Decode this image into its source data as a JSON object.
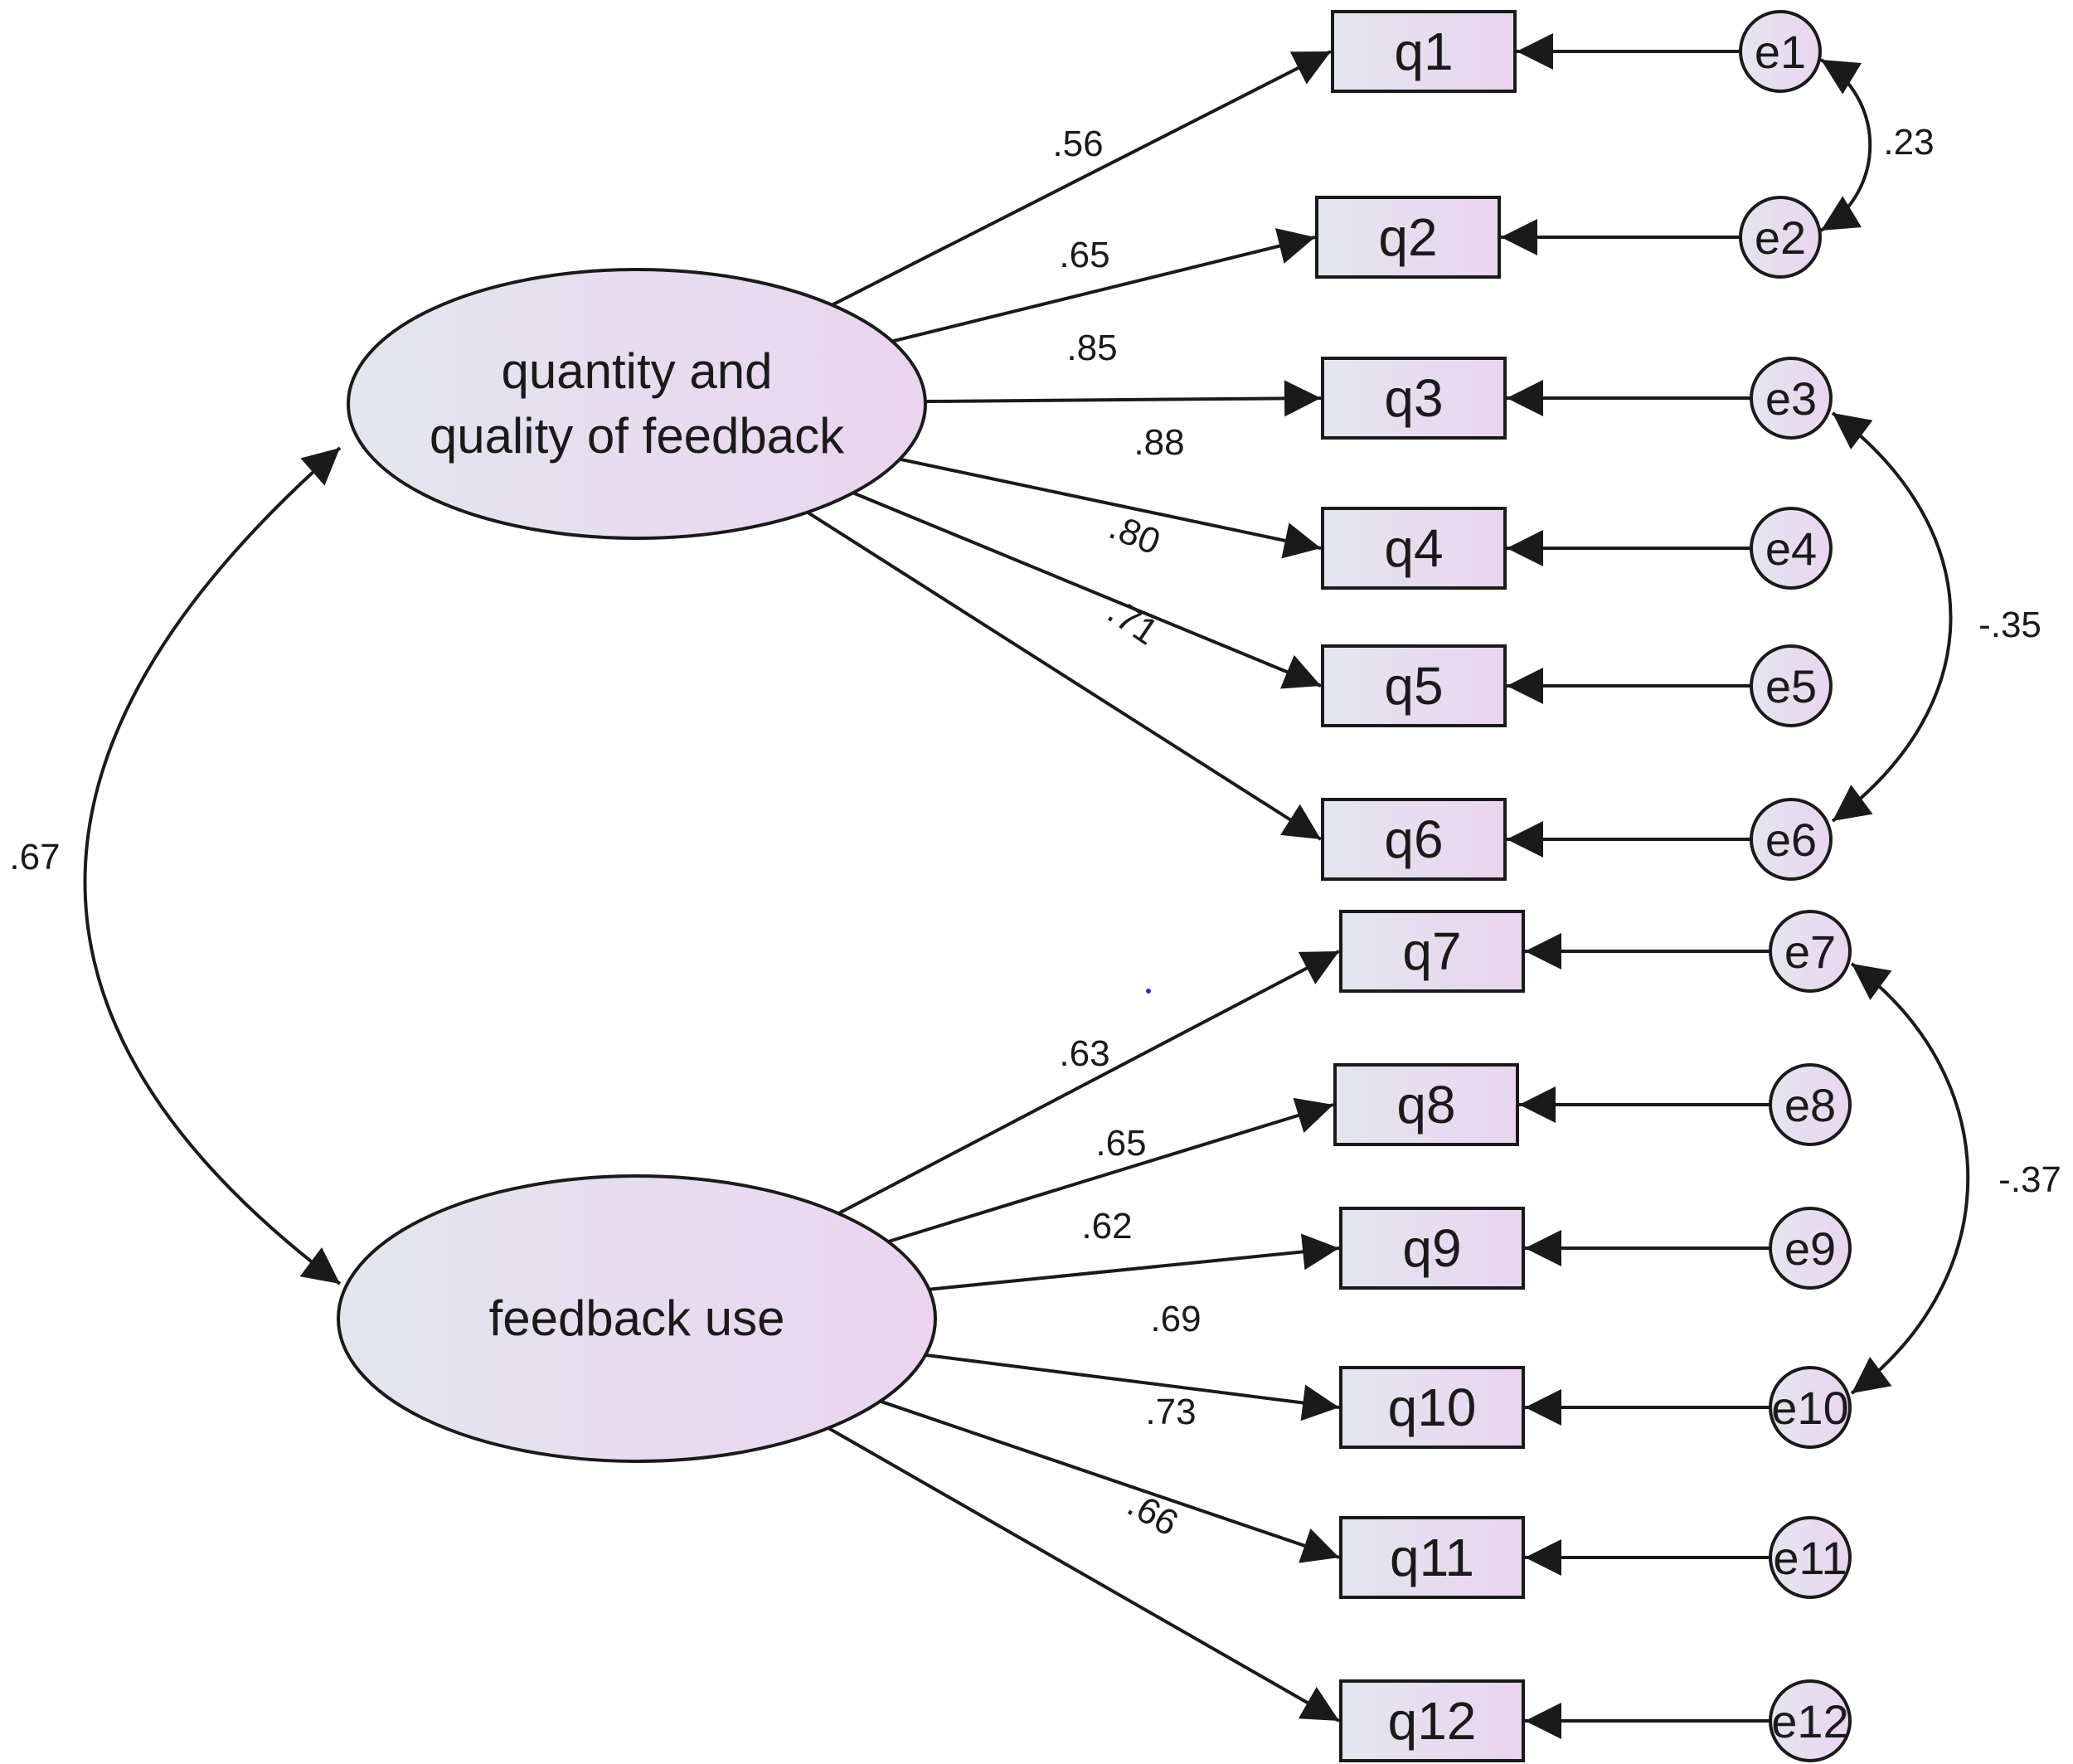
{
  "latents": [
    {
      "id": "F1",
      "lines": [
        "quantity and",
        "quality of feedback"
      ]
    },
    {
      "id": "F2",
      "lines": [
        "feedback use"
      ]
    }
  ],
  "indicators": [
    "q1",
    "q2",
    "q3",
    "q4",
    "q5",
    "q6",
    "q7",
    "q8",
    "q9",
    "q10",
    "q11",
    "q12"
  ],
  "errors": [
    "e1",
    "e2",
    "e3",
    "e4",
    "e5",
    "e6",
    "e7",
    "e8",
    "e9",
    "e10",
    "e11",
    "e12"
  ],
  "loadings": [
    {
      "from": "F1",
      "to": "q1",
      "label": ".56"
    },
    {
      "from": "F1",
      "to": "q2",
      "label": ".65"
    },
    {
      "from": "F1",
      "to": "q3",
      "label": ".85"
    },
    {
      "from": "F1",
      "to": "q4",
      "label": ".88"
    },
    {
      "from": "F1",
      "to": "q5",
      "label": ".80"
    },
    {
      "from": "F1",
      "to": "q6",
      "label": ".71"
    },
    {
      "from": "F2",
      "to": "q7",
      "label": ".63"
    },
    {
      "from": "F2",
      "to": "q8",
      "label": ".65"
    },
    {
      "from": "F2",
      "to": "q9",
      "label": ".62"
    },
    {
      "from": "F2",
      "to": "q10",
      "label": ".69"
    },
    {
      "from": "F2",
      "to": "q11",
      "label": ".73"
    },
    {
      "from": "F2",
      "to": "q12",
      "label": ".66"
    }
  ],
  "factor_covariance": {
    "between": [
      "F1",
      "F2"
    ],
    "label": ".67"
  },
  "error_covariances": [
    {
      "between": [
        "e1",
        "e2"
      ],
      "label": ".23"
    },
    {
      "between": [
        "e3",
        "e6"
      ],
      "label": "-.35"
    },
    {
      "between": [
        "e7",
        "e10"
      ],
      "label": "-.37"
    }
  ],
  "colors": {
    "stroke": "#1a1a1a",
    "fill_start": "#e3e6ee",
    "fill_end": "#ead4f0",
    "stray_dot": "#2b2bd8"
  }
}
